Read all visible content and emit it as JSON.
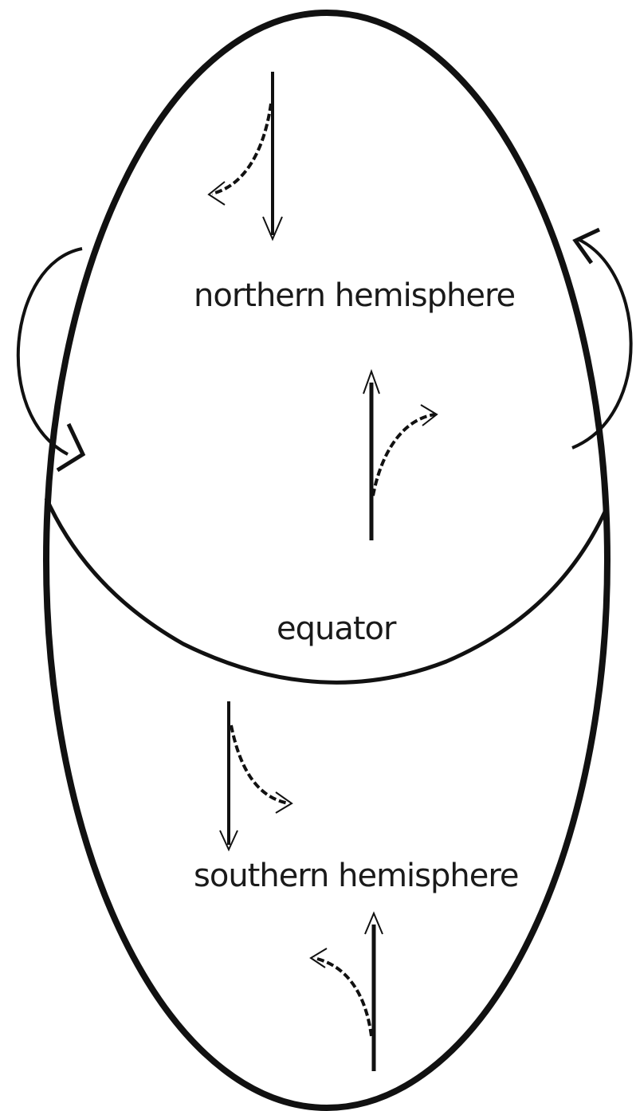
{
  "labels": {
    "northern": "northern hemisphere",
    "equator": "equator",
    "southern": "southern hemisphere"
  },
  "colors": {
    "ink": "#111111",
    "background": "#ffffff"
  }
}
